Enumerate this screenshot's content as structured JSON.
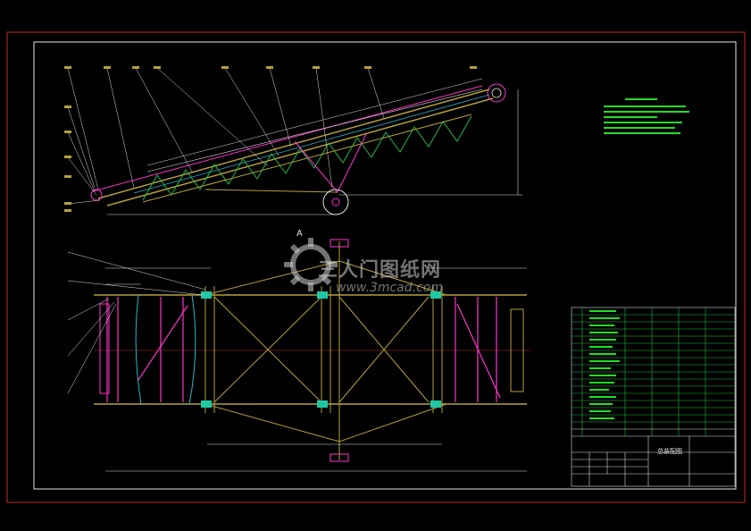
{
  "drawing": {
    "section_marker": "A",
    "title_block": {
      "name": "总装配图"
    },
    "watermark": {
      "brand": "三人门图纸网",
      "url": "www.3mcad.com"
    }
  },
  "colors": {
    "background": "#000000",
    "frame": "#c62828",
    "truss": "#b5a13a",
    "bracing": "#ff33cc",
    "dimension": "#ffffff",
    "notes": "#22dd22",
    "belt": "#2bb5c8",
    "rollers": "#1ec8a5"
  }
}
